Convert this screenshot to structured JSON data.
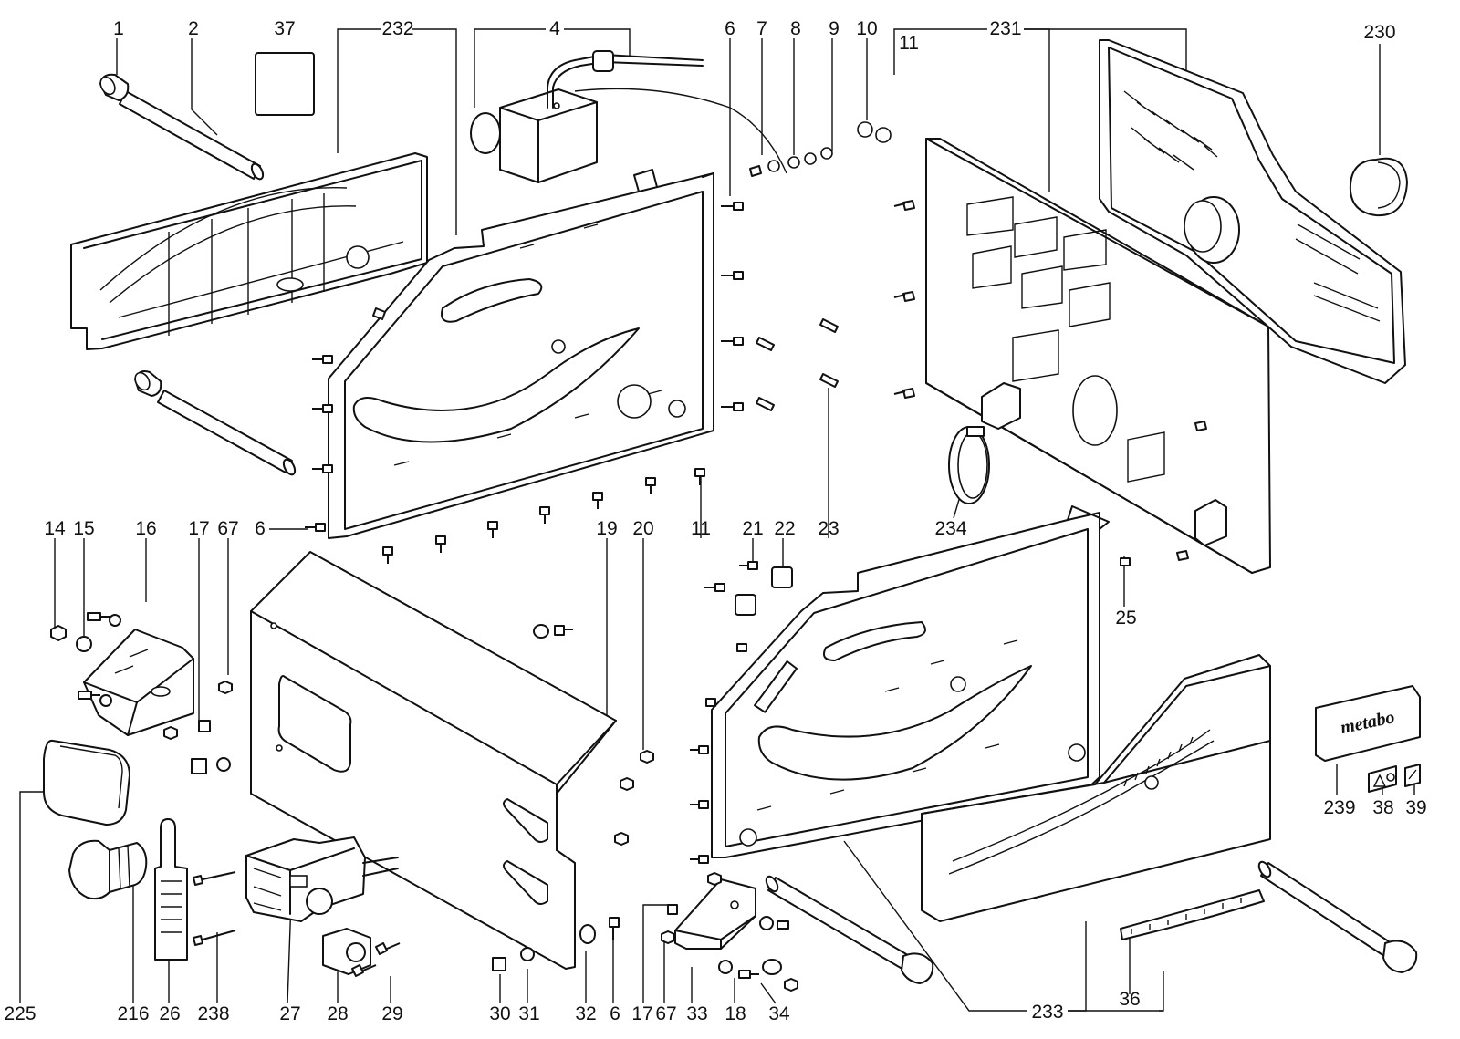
{
  "callouts": [
    {
      "id": "c1",
      "text": "1"
    },
    {
      "id": "c2",
      "text": "2"
    },
    {
      "id": "c37",
      "text": "37"
    },
    {
      "id": "c232",
      "text": "232"
    },
    {
      "id": "c4",
      "text": "4"
    },
    {
      "id": "c6a",
      "text": "6"
    },
    {
      "id": "c7",
      "text": "7"
    },
    {
      "id": "c8",
      "text": "8"
    },
    {
      "id": "c9",
      "text": "9"
    },
    {
      "id": "c10",
      "text": "10"
    },
    {
      "id": "c11a",
      "text": "11"
    },
    {
      "id": "c231",
      "text": "231"
    },
    {
      "id": "c230",
      "text": "230"
    },
    {
      "id": "c14",
      "text": "14"
    },
    {
      "id": "c15",
      "text": "15"
    },
    {
      "id": "c16",
      "text": "16"
    },
    {
      "id": "c17a",
      "text": "17"
    },
    {
      "id": "c67a",
      "text": "67"
    },
    {
      "id": "c6b",
      "text": "6"
    },
    {
      "id": "c19",
      "text": "19"
    },
    {
      "id": "c20",
      "text": "20"
    },
    {
      "id": "c11b",
      "text": "11"
    },
    {
      "id": "c21",
      "text": "21"
    },
    {
      "id": "c22",
      "text": "22"
    },
    {
      "id": "c23",
      "text": "23"
    },
    {
      "id": "c234",
      "text": "234"
    },
    {
      "id": "c25",
      "text": "25"
    },
    {
      "id": "c239",
      "text": "239"
    },
    {
      "id": "c38",
      "text": "38"
    },
    {
      "id": "c39",
      "text": "39"
    },
    {
      "id": "c225",
      "text": "225"
    },
    {
      "id": "c216",
      "text": "216"
    },
    {
      "id": "c26",
      "text": "26"
    },
    {
      "id": "c238",
      "text": "238"
    },
    {
      "id": "c27",
      "text": "27"
    },
    {
      "id": "c28",
      "text": "28"
    },
    {
      "id": "c29",
      "text": "29"
    },
    {
      "id": "c30",
      "text": "30"
    },
    {
      "id": "c31",
      "text": "31"
    },
    {
      "id": "c32",
      "text": "32"
    },
    {
      "id": "c6c",
      "text": "6"
    },
    {
      "id": "c17b",
      "text": "17"
    },
    {
      "id": "c67b",
      "text": "67"
    },
    {
      "id": "c33",
      "text": "33"
    },
    {
      "id": "c18",
      "text": "18"
    },
    {
      "id": "c34",
      "text": "34"
    },
    {
      "id": "c233",
      "text": "233"
    },
    {
      "id": "c36",
      "text": "36"
    }
  ],
  "brand_plate": {
    "text": "metabo"
  }
}
